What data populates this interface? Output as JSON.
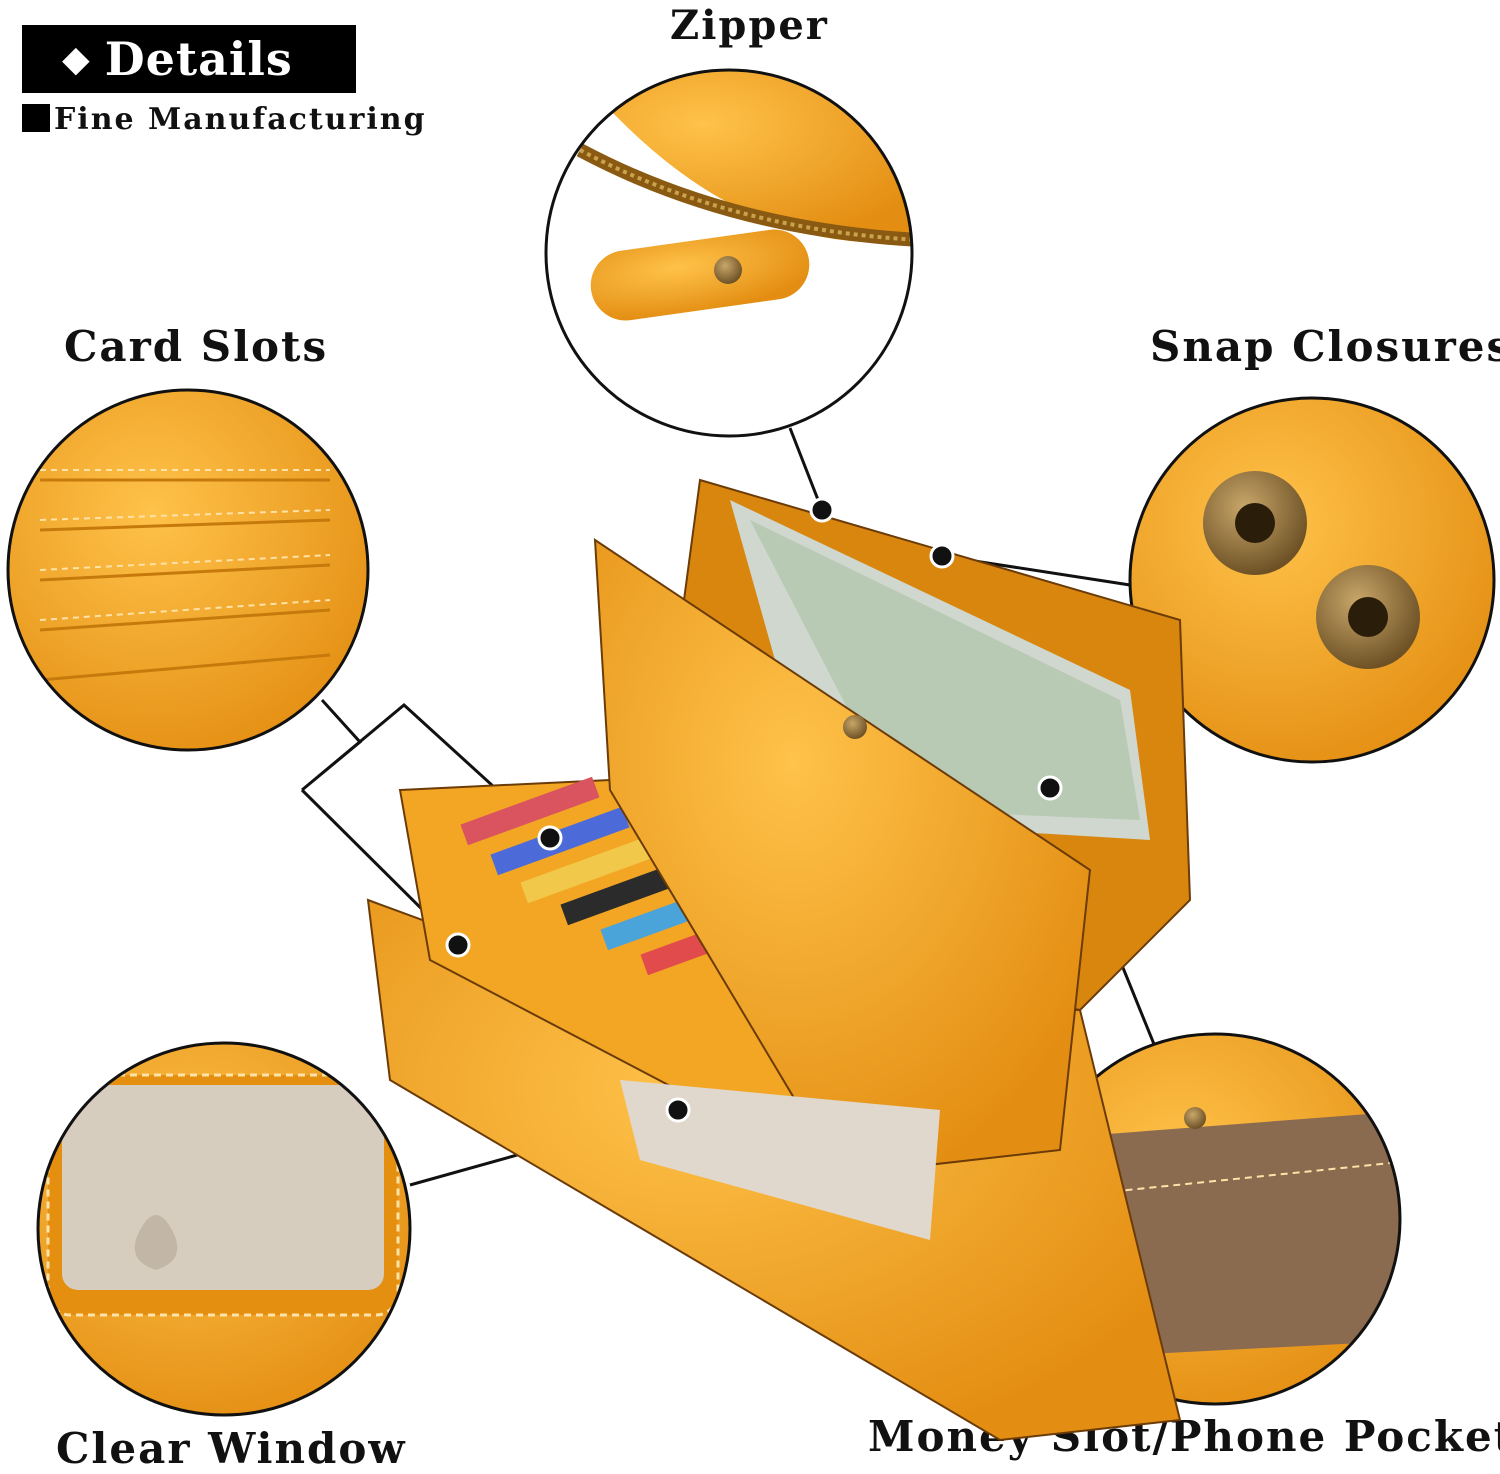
{
  "header": {
    "badge_label": "Details",
    "subtitle": "Fine Manufacturing"
  },
  "callouts": {
    "zipper": "Zipper",
    "card_slots": "Card Slots",
    "snap_closures": "Snap Closures",
    "clear_window": "Clear Window",
    "money_slot": "Money Slot/Phone Pocket"
  },
  "colors": {
    "leather": "#F2A21F",
    "leather_dark": "#D9860E",
    "stitch": "#FFE2A8",
    "snap": "#8A6D3B",
    "outline": "#1a1a1a"
  },
  "icons": [
    "diamond-icon",
    "square-bullet-icon"
  ]
}
